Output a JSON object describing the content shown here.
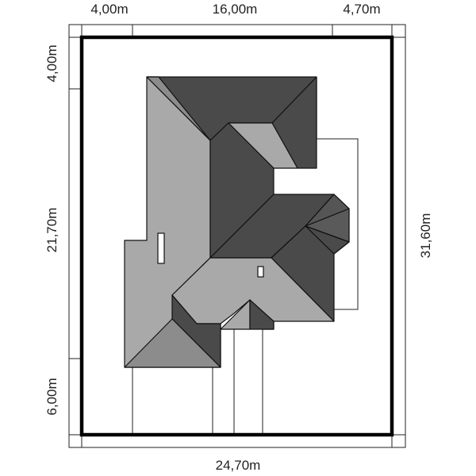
{
  "dimensions": {
    "top_left": "4,00m",
    "top_center": "16,00m",
    "top_right": "4,70m",
    "bottom": "24,70m",
    "left_top": "4,00m",
    "left_middle": "21,70m",
    "left_bottom": "6,00m",
    "right": "31,60m"
  },
  "colors": {
    "roof_dark": "#4a4a4a",
    "roof_medium": "#8c8c8c",
    "roof_light": "#a9a9a9",
    "outline": "#111111",
    "plot_border": "#000000"
  }
}
